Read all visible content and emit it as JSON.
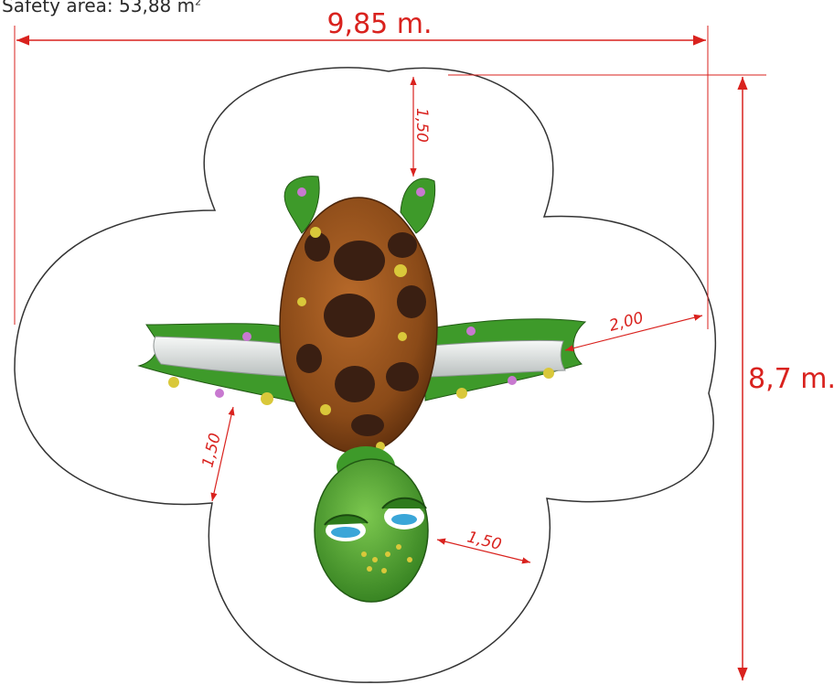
{
  "title": {
    "label": "Safety area: 53,88 m",
    "unit_superscript": "2"
  },
  "dimensions": {
    "width": "9,85 m.",
    "height": "8,7 m.",
    "clearance_top": "1,50",
    "clearance_right": "2,00",
    "clearance_left": "1,50",
    "clearance_bottom": "1,50"
  },
  "colors": {
    "dimension": "#d9221e",
    "outline": "#333333",
    "shell": "#8a4a18",
    "shell_spot": "#3a1f12",
    "body": "#3e9a2a",
    "slide": "#dfe3e2"
  }
}
